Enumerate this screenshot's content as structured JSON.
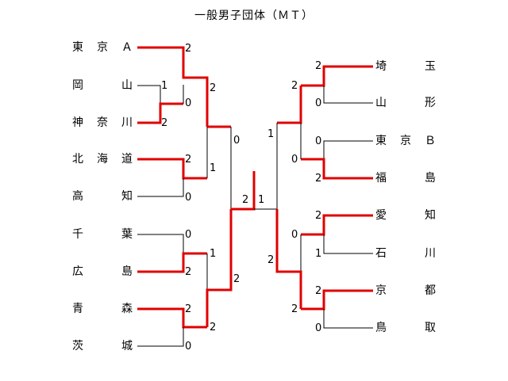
{
  "title": "一般男子団体（ＭＴ）",
  "left_teams": [
    {
      "name": "東京Ａ"
    },
    {
      "name": "岡山"
    },
    {
      "name": "神奈川"
    },
    {
      "name": "北海道"
    },
    {
      "name": "高知"
    },
    {
      "name": "千葉"
    },
    {
      "name": "広島"
    },
    {
      "name": "青森"
    },
    {
      "name": "茨城"
    }
  ],
  "right_teams": [
    {
      "name": "埼玉"
    },
    {
      "name": "山形"
    },
    {
      "name": "東京Ｂ"
    },
    {
      "name": "福島"
    },
    {
      "name": "愛知"
    },
    {
      "name": "石川"
    },
    {
      "name": "京都"
    },
    {
      "name": "鳥取"
    }
  ],
  "scores": {
    "tokyo_a": "2",
    "okayama": "1",
    "kanagawa": "2",
    "okayama_kanagawa_winner": "0",
    "l_top_winner": "2",
    "hokkaido": "2",
    "kochi": "0",
    "hokkaido_kochi_winner": "1",
    "l_top_final": "0",
    "chiba": "0",
    "hiroshima": "2",
    "chiba_hiroshima_winner": "1",
    "aomori": "2",
    "ibaraki": "0",
    "aomori_ibaraki_winner": "2",
    "l_bottom_final": "2",
    "final_left": "2",
    "final_right": "1",
    "saitama": "2",
    "yamagata": "0",
    "saitama_yamagata_winner": "2",
    "tokyo_b": "0",
    "fukushima": "2",
    "tokyo_b_fukushima_winner": "0",
    "r_top_final": "1",
    "aichi": "2",
    "ishikawa": "1",
    "aichi_ishikawa_winner": "0",
    "kyoto": "2",
    "tottori": "0",
    "kyoto_tottori_winner": "2",
    "r_bottom_final": "2"
  },
  "colors": {
    "win": "#e00000",
    "lose": "#000000"
  }
}
